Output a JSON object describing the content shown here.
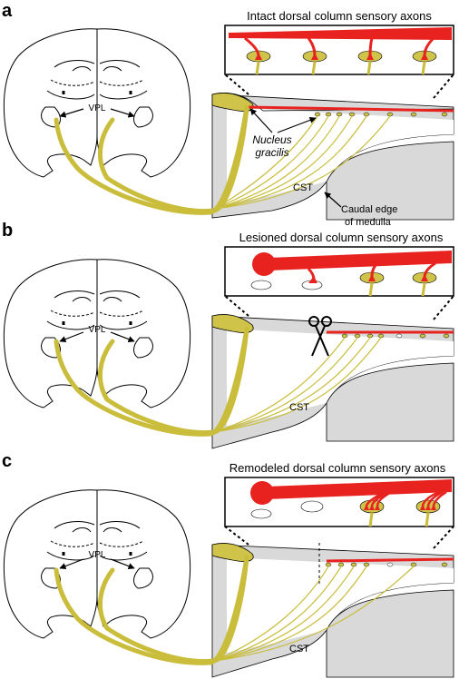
{
  "colors": {
    "axon_red": "#e8231f",
    "sensory_olive": "#c9bd3b",
    "nucleus_fill": "#cfc34a",
    "tissue_gray": "#d9d9d9",
    "outline": "#000000"
  },
  "panels": [
    {
      "letter": "a",
      "title": "Intact dorsal column sensory axons",
      "vpl_label": "VPL",
      "labels": {
        "nucleus_line1": "Nucleus",
        "nucleus_line2": "gracilis",
        "cst": "CST",
        "caudal_line1": "Caudal edge",
        "caudal_line2": "of medulla"
      }
    },
    {
      "letter": "b",
      "title": "Lesioned dorsal column sensory axons",
      "vpl_label": "VPL",
      "labels": {
        "cst": "CST"
      }
    },
    {
      "letter": "c",
      "title": "Remodeled dorsal column sensory axons",
      "vpl_label": "VPL",
      "labels": {
        "cst": "CST"
      }
    }
  ]
}
